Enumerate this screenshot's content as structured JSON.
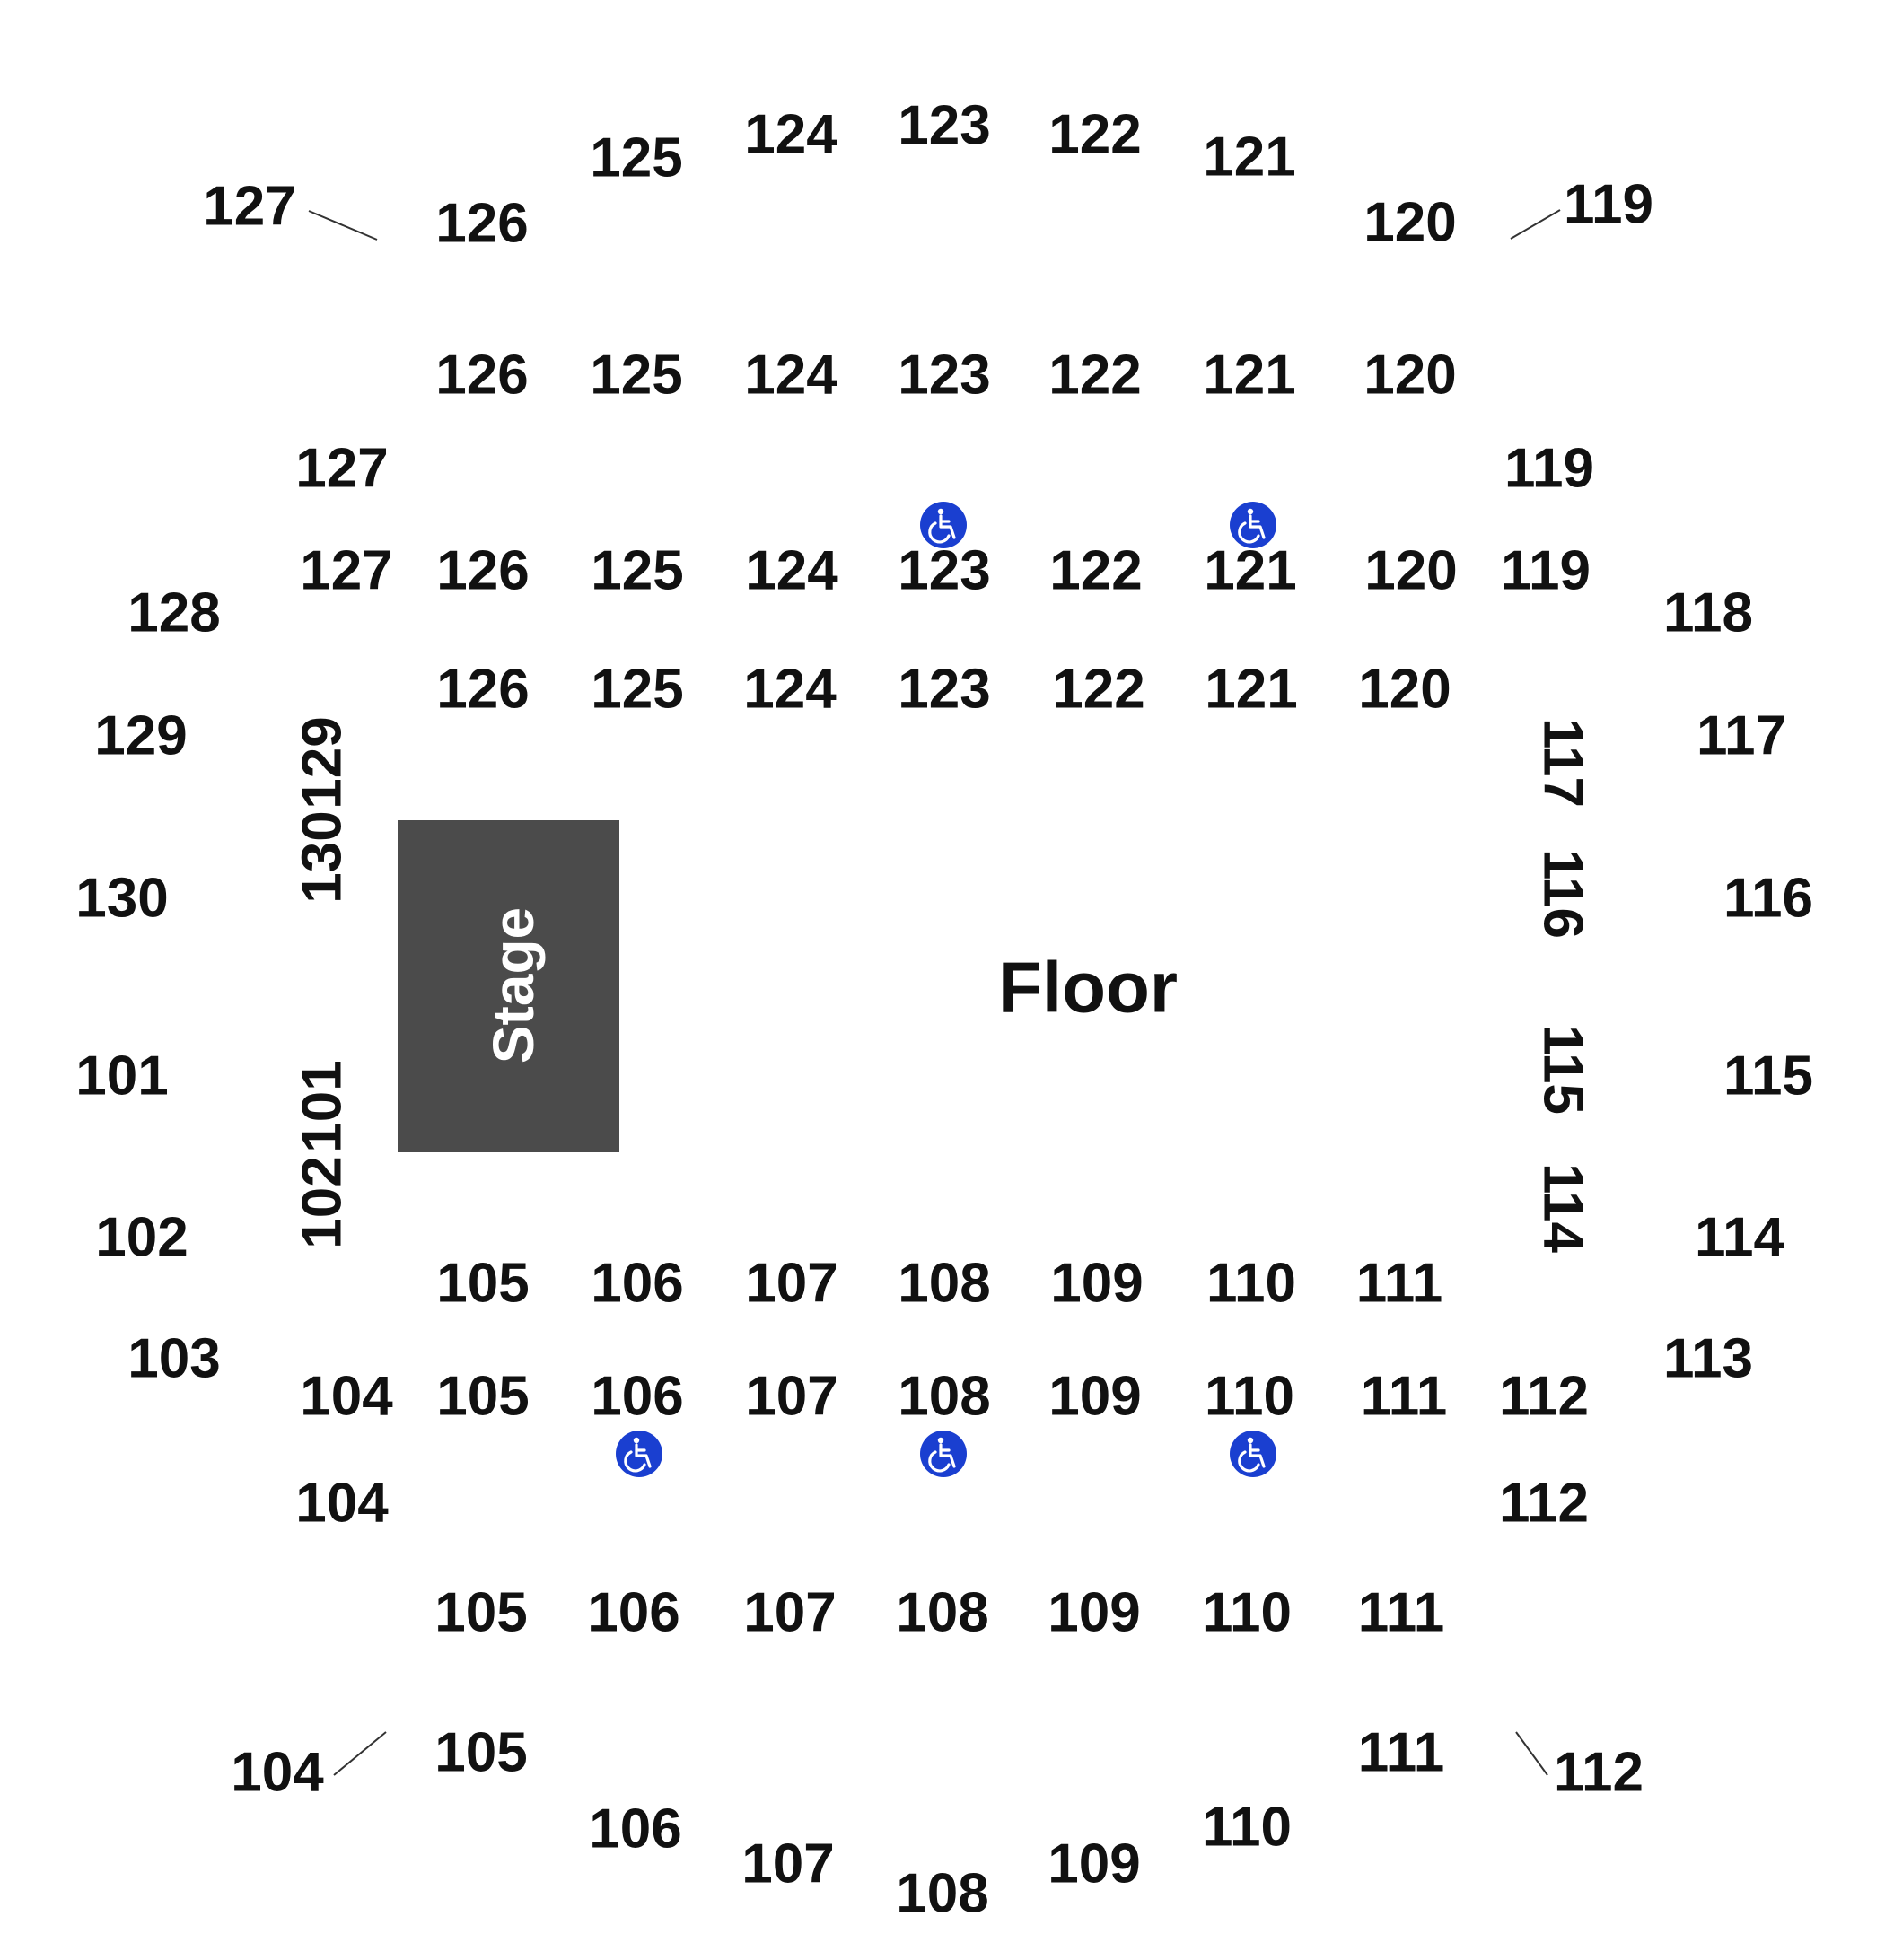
{
  "stage": {
    "label": "Stage",
    "color": "#4b4b4b"
  },
  "floor": {
    "label": "Floor"
  },
  "accessibility_color": "#1a3fd0",
  "section_labels": [
    "127",
    "126",
    "125",
    "124",
    "123",
    "122",
    "121",
    "120",
    "119",
    "126",
    "125",
    "124",
    "123",
    "122",
    "121",
    "120",
    "127",
    "119",
    "127",
    "126",
    "125",
    "124",
    "123",
    "122",
    "121",
    "120",
    "119",
    "128",
    "118",
    "126",
    "125",
    "124",
    "123",
    "122",
    "121",
    "120",
    "129",
    "117",
    "130",
    "116",
    "101",
    "115",
    "102",
    "114",
    "103",
    "113",
    "105",
    "106",
    "107",
    "108",
    "109",
    "110",
    "111",
    "104",
    "105",
    "106",
    "107",
    "108",
    "109",
    "110",
    "111",
    "112",
    "104",
    "112",
    "105",
    "106",
    "107",
    "108",
    "109",
    "110",
    "111",
    "104",
    "105",
    "111",
    "112",
    "106",
    "110",
    "107",
    "109",
    "108",
    "129",
    "130",
    "101",
    "102",
    "117",
    "116",
    "115",
    "114"
  ],
  "accessible_seating_icons": [
    "accessible-seating-icon",
    "accessible-seating-icon",
    "accessible-seating-icon",
    "accessible-seating-icon",
    "accessible-seating-icon"
  ]
}
